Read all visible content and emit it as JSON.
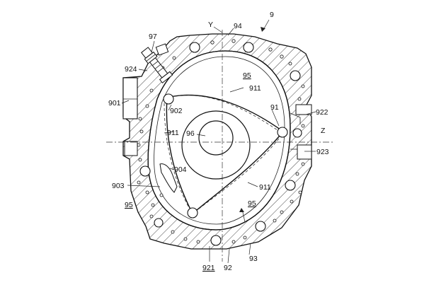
{
  "labels": {
    "figure_number": "9",
    "y_axis": "Y",
    "z_axis": "Z",
    "housing_top": "94",
    "spark_plug": "97",
    "plug_hole": "924",
    "port_left": "901",
    "apex_top_left": "902",
    "rotor": "91",
    "port_right": "922",
    "port_right_low": "923",
    "flank_top": "911",
    "flank_left": "911",
    "flank_bottom": "911",
    "shaft": "96",
    "recess": "904",
    "side_port": "903",
    "chamber_top": "95",
    "chamber_left": "95",
    "chamber_bottom": "95",
    "inner_wall": "93",
    "housing_bottom": "92",
    "bottom_port": "921"
  }
}
